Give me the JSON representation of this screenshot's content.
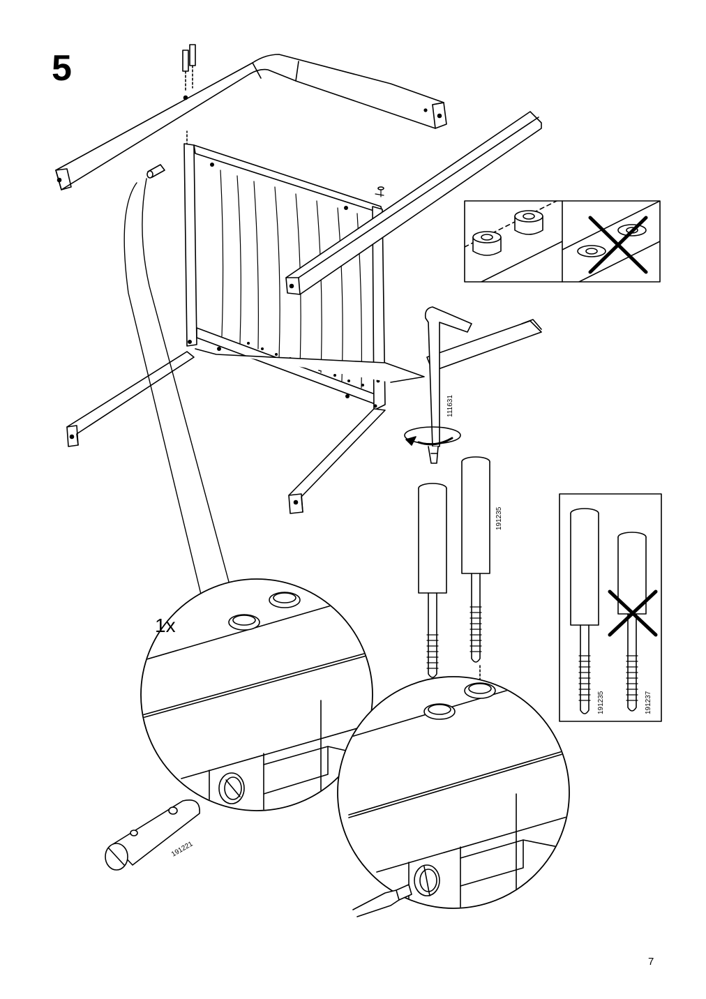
{
  "step": {
    "number": "5"
  },
  "page": {
    "number": "7"
  },
  "labels": {
    "quantity": "1x",
    "part_hex_key": "111631",
    "part_bolt_long": "191235",
    "part_barrel_nut": "191221",
    "compare_part_long": "191235",
    "compare_part_short": "191237"
  },
  "icons": [
    "chair-frame-illustration",
    "allen-key-icon",
    "bolt-icon",
    "barrel-nut-icon",
    "screwdriver-icon",
    "cross-mark-icon"
  ]
}
